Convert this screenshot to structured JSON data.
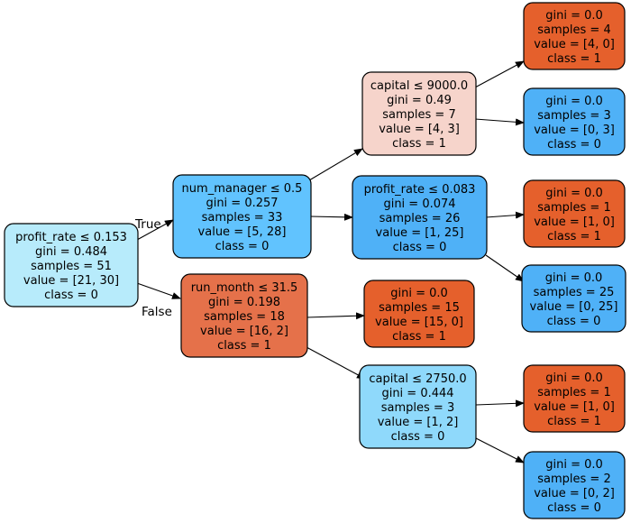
{
  "colors": {
    "class_1_strong": "#e5602c",
    "class_1_light": "#f6d4cb",
    "class_0_strong": "#4fb1f7",
    "class_0_mid": "#61c3fe",
    "class_0_light": "#8fd9fb",
    "class_0_pale": "#b7ebfb"
  },
  "edge_labels": {
    "true_label": "True",
    "false_label": "False"
  },
  "tree": {
    "nodes": [
      {
        "id": "n0",
        "lines": [
          "profit_rate ≤ 0.153",
          "gini = 0.484",
          "samples = 51",
          "value = [21, 30]",
          "class = 0"
        ],
        "fill": "#b7ebfb"
      },
      {
        "id": "n1",
        "lines": [
          "num_manager ≤ 0.5",
          "gini = 0.257",
          "samples = 33",
          "value = [5, 28]",
          "class = 0"
        ],
        "fill": "#61c3fe"
      },
      {
        "id": "n2",
        "lines": [
          "run_month ≤ 31.5",
          "gini = 0.198",
          "samples = 18",
          "value = [16, 2]",
          "class = 1"
        ],
        "fill": "#e5714a"
      },
      {
        "id": "n3",
        "lines": [
          "capital ≤ 9000.0",
          "gini = 0.49",
          "samples = 7",
          "value = [4, 3]",
          "class = 1"
        ],
        "fill": "#f6d4cb"
      },
      {
        "id": "n4",
        "lines": [
          "profit_rate ≤ 0.083",
          "gini = 0.074",
          "samples = 26",
          "value = [1, 25]",
          "class = 0"
        ],
        "fill": "#4fb1f7"
      },
      {
        "id": "n5",
        "lines": [
          "gini = 0.0",
          "samples = 15",
          "value = [15, 0]",
          "class = 1"
        ],
        "fill": "#e5602c"
      },
      {
        "id": "n6",
        "lines": [
          "capital ≤ 2750.0",
          "gini = 0.444",
          "samples = 3",
          "value = [1, 2]",
          "class = 0"
        ],
        "fill": "#8fd9fb"
      },
      {
        "id": "n7",
        "lines": [
          "gini = 0.0",
          "samples = 4",
          "value = [4, 0]",
          "class = 1"
        ],
        "fill": "#e5602c"
      },
      {
        "id": "n8",
        "lines": [
          "gini = 0.0",
          "samples = 3",
          "value = [0, 3]",
          "class = 0"
        ],
        "fill": "#4fb1f7"
      },
      {
        "id": "n9",
        "lines": [
          "gini = 0.0",
          "samples = 1",
          "value = [1, 0]",
          "class = 1"
        ],
        "fill": "#e5602c"
      },
      {
        "id": "n10",
        "lines": [
          "gini = 0.0",
          "samples = 25",
          "value = [0, 25]",
          "class = 0"
        ],
        "fill": "#4fb1f7"
      },
      {
        "id": "n11",
        "lines": [
          "gini = 0.0",
          "samples = 1",
          "value = [1, 0]",
          "class = 1"
        ],
        "fill": "#e5602c"
      },
      {
        "id": "n12",
        "lines": [
          "gini = 0.0",
          "samples = 2",
          "value = [0, 2]",
          "class = 0"
        ],
        "fill": "#4fb1f7"
      }
    ],
    "edges": [
      {
        "from": "n0",
        "to": "n1",
        "label": "True"
      },
      {
        "from": "n0",
        "to": "n2",
        "label": "False"
      },
      {
        "from": "n1",
        "to": "n3"
      },
      {
        "from": "n1",
        "to": "n4"
      },
      {
        "from": "n2",
        "to": "n5"
      },
      {
        "from": "n2",
        "to": "n6"
      },
      {
        "from": "n3",
        "to": "n7"
      },
      {
        "from": "n3",
        "to": "n8"
      },
      {
        "from": "n4",
        "to": "n9"
      },
      {
        "from": "n4",
        "to": "n10"
      },
      {
        "from": "n6",
        "to": "n11"
      },
      {
        "from": "n6",
        "to": "n12"
      }
    ]
  }
}
